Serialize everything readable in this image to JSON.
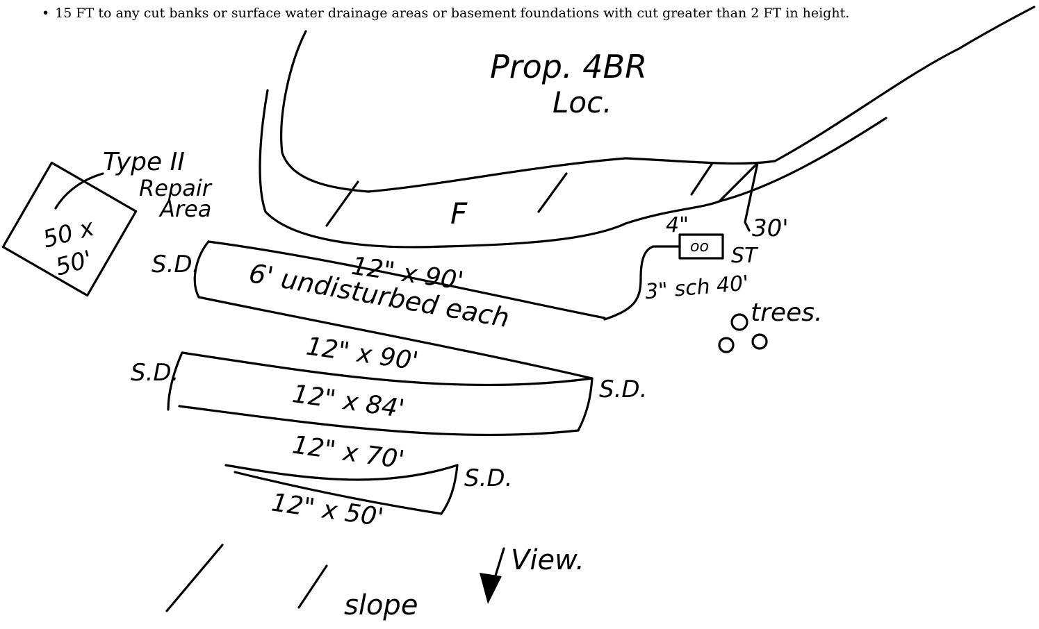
{
  "note": {
    "bullet": "•",
    "text": "15 FT to any cut banks or surface water drainage areas or basement foundations with cut greater than 2 FT in height."
  },
  "sketch": {
    "house_label_line1": "Prop. 4BR",
    "house_label_line2": "Loc.",
    "fill_label": "F",
    "repair_area_label_line1": "Type II",
    "repair_area_label_line2": "Repair",
    "repair_area_label_line3": "Area",
    "repair_area_size_line1": "50 x",
    "repair_area_size_line2": "50'",
    "septic_tank_label": "ST",
    "septic_tank_box_label": "oo",
    "distance_30": "30'",
    "pipe_4in": "4\"",
    "pipe_sch40": "3\" sch 40'",
    "trees_label": "trees.",
    "undisturbed_note": "6' undisturbed each",
    "sd_labels": [
      "S.D.",
      "S.D.",
      "S.D.",
      "S.D."
    ],
    "trenches": [
      "12\" x 90'",
      "12\" x 90'",
      "12\" x 84'",
      "12\" x 70'",
      "12\" x 50'"
    ],
    "slope_label": "slope",
    "view_label": "View."
  }
}
